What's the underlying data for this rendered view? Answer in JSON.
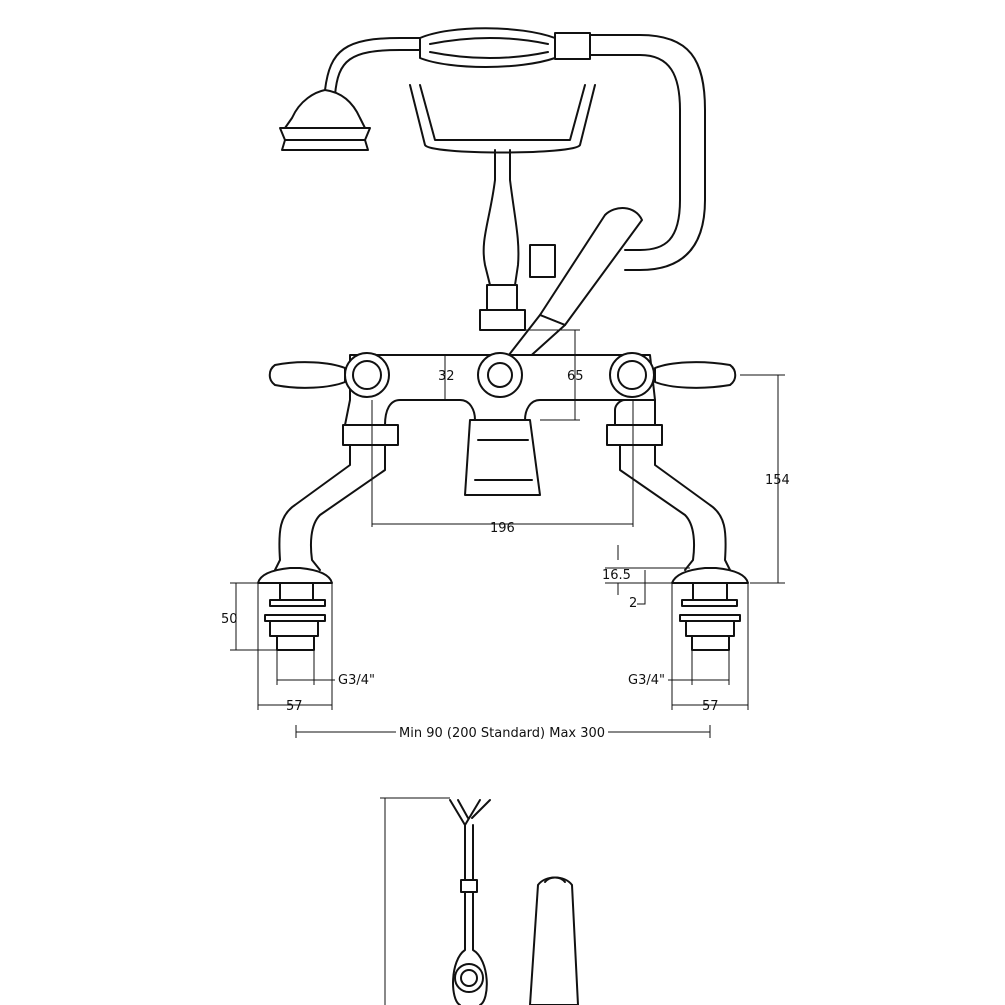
{
  "title": "Bath shower mixer technical drawing",
  "dimensions": {
    "lever_offset": "32",
    "spout_height": "65",
    "overall_height": "154",
    "centres": "196",
    "flange_height": "16.5",
    "flange_thickness": "2",
    "tail_length": "50",
    "thread_left": "G3/4\"",
    "thread_right": "G3/4\"",
    "flange_width_left": "57",
    "flange_width_right": "57",
    "deck_spacing": "Min 90 (200 Standard) Max 300"
  }
}
